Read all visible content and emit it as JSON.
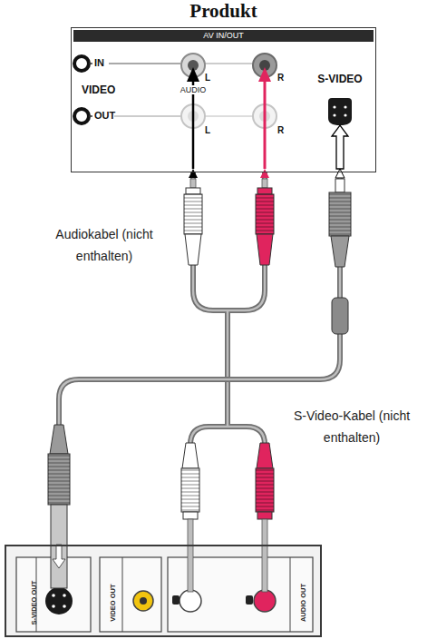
{
  "diagram": {
    "nodes": [
      {
        "text": [
          "Produkt",
          "AV IN/OUT"
        ]
      },
      {
        "text": [
          "S-VIDEO OUT",
          "VIDEO OUT",
          "AUDIO OUT"
        ]
      }
    ],
    "edges": [
      {
        "from": 1,
        "to": 0,
        "arrow": "to"
      },
      {
        "from": 1,
        "to": 0,
        "arrow": "to"
      }
    ],
    "labels": [
      "IN",
      "VIDEO",
      "AUDIO",
      "L",
      "R",
      "S-VIDEO",
      "OUT",
      "L",
      "R",
      "Audiokabel (nicht enthalten)",
      "S-Video-Kabel (nicht enthalten)"
    ]
  }
}
